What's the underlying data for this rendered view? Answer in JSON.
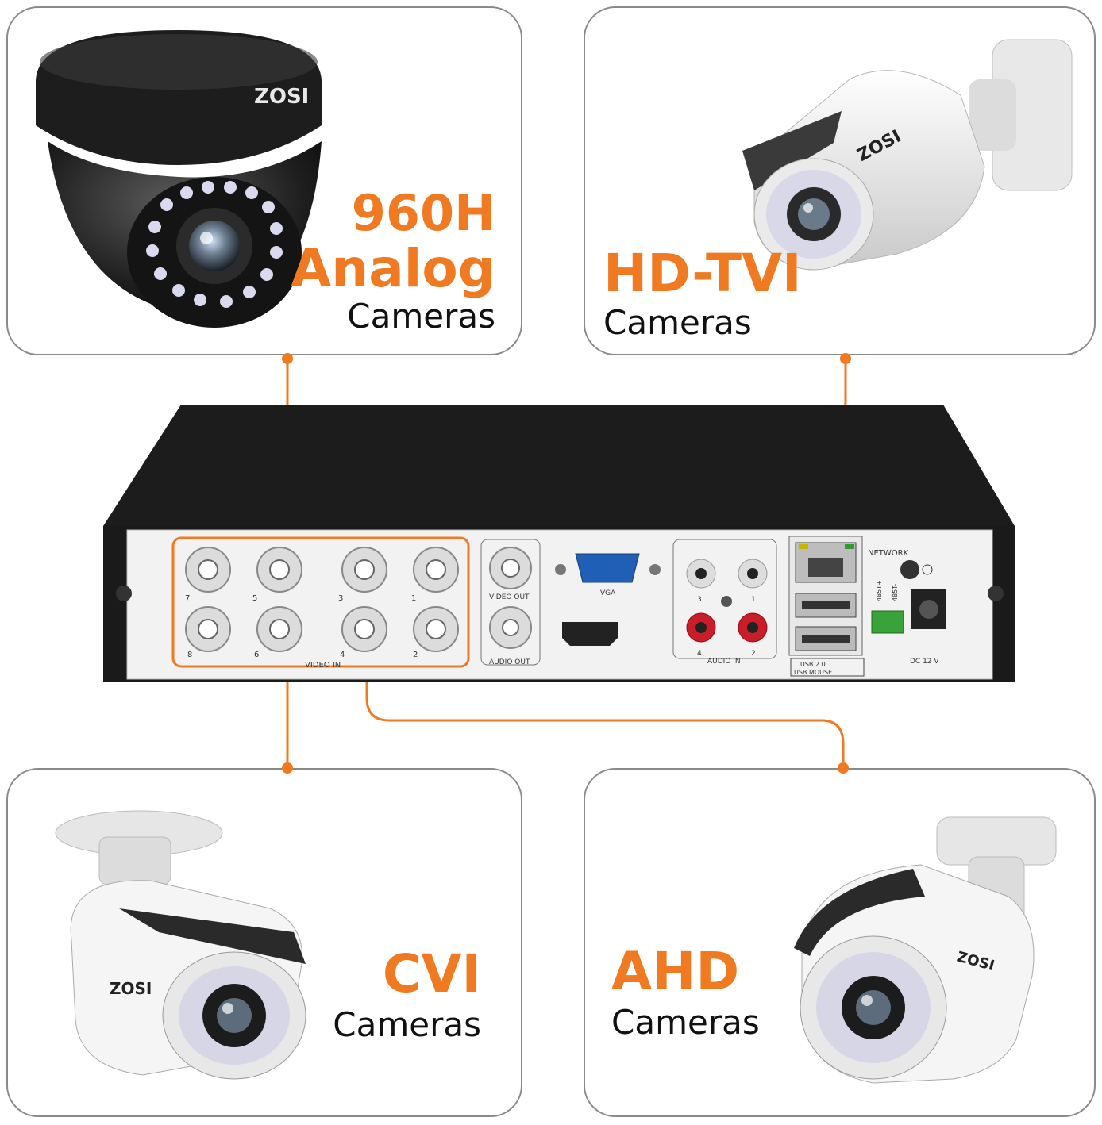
{
  "panels": {
    "top_left": {
      "line1": "960H",
      "line2": "Analog",
      "line3": "Cameras"
    },
    "top_right": {
      "line1": "HD-TVI",
      "line2": "Cameras"
    },
    "bottom_left": {
      "line1": "CVI",
      "line2": "Cameras"
    },
    "bottom_right": {
      "line1": "AHD",
      "line2": "Cameras"
    }
  },
  "brand": "ZOSI",
  "dvr": {
    "video_in_numbers_top": [
      "7",
      "5",
      "3",
      "1"
    ],
    "video_in_numbers_bottom": [
      "8",
      "6",
      "4",
      "2"
    ],
    "video_in_label": "VIDEO IN",
    "video_out_label": "VIDEO OUT",
    "audio_out_label": "AUDIO OUT",
    "vga_label": "VGA",
    "audio_in_numbers": [
      "3",
      "1",
      "4",
      "2"
    ],
    "audio_in_label": "AUDIO IN",
    "network_label": "NETWORK",
    "usb_label_1": "USB 2.0",
    "usb_label_2": "USB MOUSE",
    "rs485_plus": "485T+",
    "rs485_minus": "485T-",
    "dc_label": "DC 12 V"
  },
  "colors": {
    "accent": "#f07a22",
    "text": "#111111",
    "border": "#8a8a8a"
  }
}
